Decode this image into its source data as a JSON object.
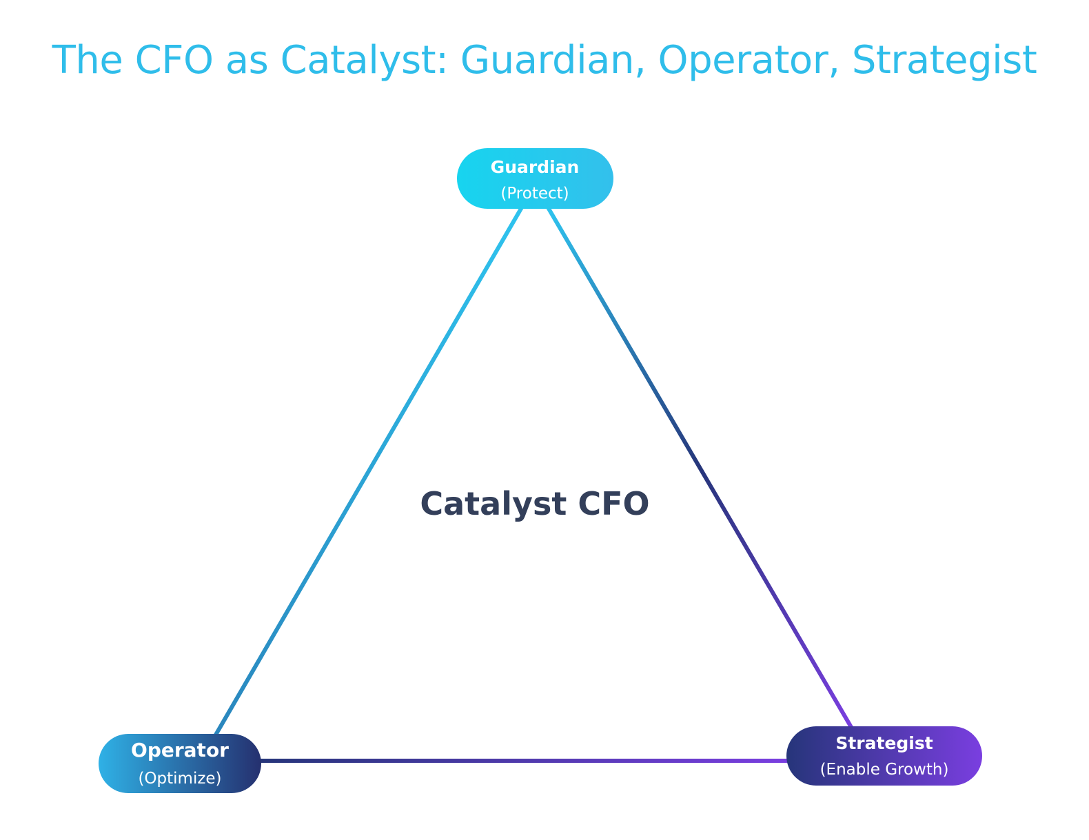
{
  "title": "The CFO as Catalyst: Guardian, Operator, Strategist",
  "center_label": "Catalyst CFO",
  "nodes": {
    "guardian": {
      "title": "Guardian",
      "subtitle": "(Protect)"
    },
    "operator": {
      "title": "Operator",
      "subtitle": "(Optimize)"
    },
    "strategist": {
      "title": "Strategist",
      "subtitle": "(Enable Growth)"
    }
  },
  "colors": {
    "title": "#2fbdea",
    "center_label": "#333f5a",
    "cyan": "#1bd3f0",
    "sky": "#2fb4e8",
    "navy": "#26357a",
    "purple": "#7a3ee0"
  }
}
